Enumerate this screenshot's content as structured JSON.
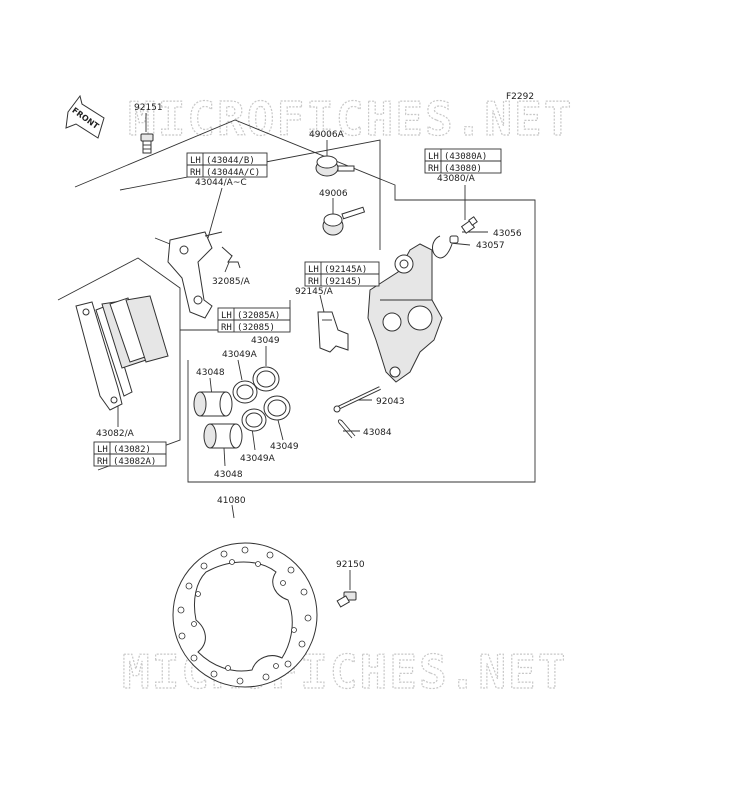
{
  "figure_code": "F2292",
  "front_label": "FRONT",
  "watermark": "MICROFICHES.NET",
  "parts": {
    "p92151": "92151",
    "p49006A": "49006A",
    "p49006": "49006",
    "p43044AC": "43044/A~C",
    "p32085A": "32085/A",
    "p92145A": "92145/A",
    "p43080A": "43080/A",
    "p43056": "43056",
    "p43057": "43057",
    "p43049_top": "43049",
    "p43049A_top": "43049A",
    "p43048_top": "43048",
    "p92043": "92043",
    "p43084": "43084",
    "p43049_bot": "43049",
    "p43049A_bot": "43049A",
    "p43048_bot": "43048",
    "p43082A": "43082/A",
    "p41080": "41080",
    "p92150": "92150"
  },
  "boxes": {
    "b43044": {
      "lh_side": "LH",
      "lh_code": "(43044/B)",
      "rh_side": "RH",
      "rh_code": "(43044A/C)"
    },
    "b43080": {
      "lh_side": "LH",
      "lh_code": "(43080A)",
      "rh_side": "RH",
      "rh_code": "(43080)"
    },
    "b92145": {
      "lh_side": "LH",
      "lh_code": "(92145A)",
      "rh_side": "RH",
      "rh_code": "(92145)"
    },
    "b32085": {
      "lh_side": "LH",
      "lh_code": "(32085A)",
      "rh_side": "RH",
      "rh_code": "(32085)"
    },
    "b43082": {
      "lh_side": "LH",
      "lh_code": "(43082)",
      "rh_side": "RH",
      "rh_code": "(43082A)"
    }
  }
}
